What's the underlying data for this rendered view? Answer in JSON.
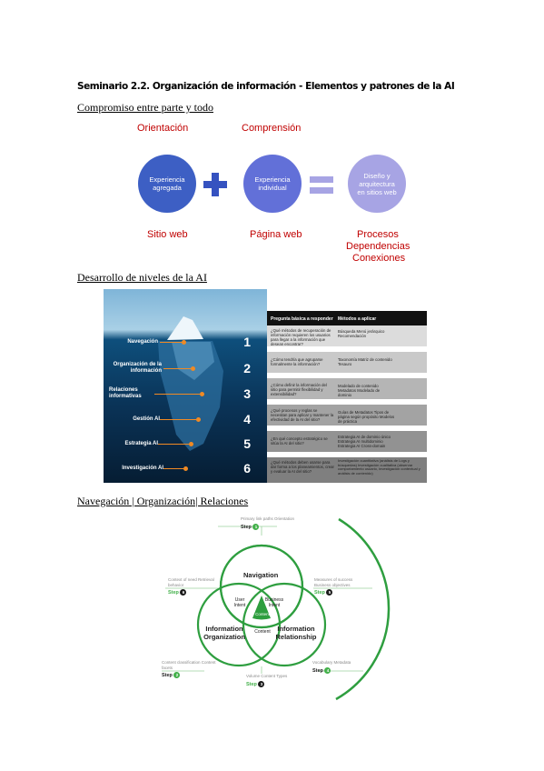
{
  "title": "Seminario 2.2. Organización de información - Elementos y patrones de la AI",
  "section1": {
    "heading": "Compromiso entre parte y todo",
    "top_labels": [
      "Orientación",
      "Comprensión"
    ],
    "circles": [
      "Experiencia agregada",
      "Experiencia individual",
      "Diseño y arquitectura en sitios web"
    ],
    "bottom_labels": [
      "Sitio web",
      "Página web",
      "Procesos",
      "Dependencias",
      "Conexiones"
    ],
    "colors": {
      "circle_dark": "#3d5fc4",
      "circle_mid": "#6270d8",
      "circle_light": "#a7a4e4",
      "red_text": "#c00000"
    }
  },
  "section2": {
    "heading": "Desarrollo de niveles de la AI",
    "levels": [
      {
        "label": "Navegación",
        "num": "1"
      },
      {
        "label": "Organización de la información",
        "num": "2"
      },
      {
        "label": "Relaciones informativas",
        "num": "3"
      },
      {
        "label": "Gestión AI",
        "num": "4"
      },
      {
        "label": "Estrategia AI",
        "num": "5"
      },
      {
        "label": "Investigación AI",
        "num": "6"
      }
    ],
    "table_headers": [
      "Pregunta básica a responder",
      "Métodos a aplicar"
    ],
    "table_rows": [
      {
        "q": "¿Qué métodos de recuperación de información requieren los usuarios para llegar a la información que desean encontrar?",
        "m": "Búsqueda Menú jerárquico Recomendación"
      },
      {
        "q": "¿Cómo tendría que agruparse formalmente la información?",
        "m": "Taxonomía Matriz de contenido Tesauro"
      },
      {
        "q": "¿Cómo definir la información del sitio para permitir flexibilidad y extensibilidad?",
        "m": "Modelado de contenido Metadatos Modelado de dominio"
      },
      {
        "q": "¿Qué procesos y reglas se necesitan para aplicar y mantener la efectividad de la AI del sitio?",
        "m": "Guías de Metadatos Tipos de página según propósito Modelos de práctica"
      },
      {
        "q": "¿En qué concepto estratégico se sitúa la AI del sitio?",
        "m": "Estrategia AI de dominio único Estrategia AI multidominio Estrategia AI Cross-domain"
      },
      {
        "q": "¿Qué métodos deben usarse para dar forma a los planeamientos, crear y evaluar la AI del sitio?",
        "m": "Investigación cuantitativa (análisis de Logs y búsquedas) Investigación cualitativa (observar comportamiento usuario, investigación contextual y análisis de contenido)"
      }
    ]
  },
  "section3": {
    "heading": "Navegación | Organización| Relaciones",
    "circles": [
      "Navigation",
      "Information Organization",
      "Information Relationship"
    ],
    "intersections": [
      "User Intent",
      "Business Intent",
      "Content",
      "Content"
    ],
    "annotations": [
      {
        "text": "Primary link paths Orientation",
        "step": "Step",
        "n": "1"
      },
      {
        "text": "Context of need Retrieval behavior",
        "step": "Step",
        "n": "6"
      },
      {
        "text": "Measures of success Business objectives",
        "step": "Step",
        "n": "5"
      },
      {
        "text": "Content classification Content facets",
        "step": "Step",
        "n": "2"
      },
      {
        "text": "Volume Content Types",
        "step": "Step",
        "n": "3"
      },
      {
        "text": "Vocabulary Metadata",
        "step": "Step",
        "n": "4"
      }
    ],
    "colors": {
      "green": "#2e9e3f",
      "step_green": "#43b04a",
      "step_black": "#1a1a1a"
    }
  }
}
